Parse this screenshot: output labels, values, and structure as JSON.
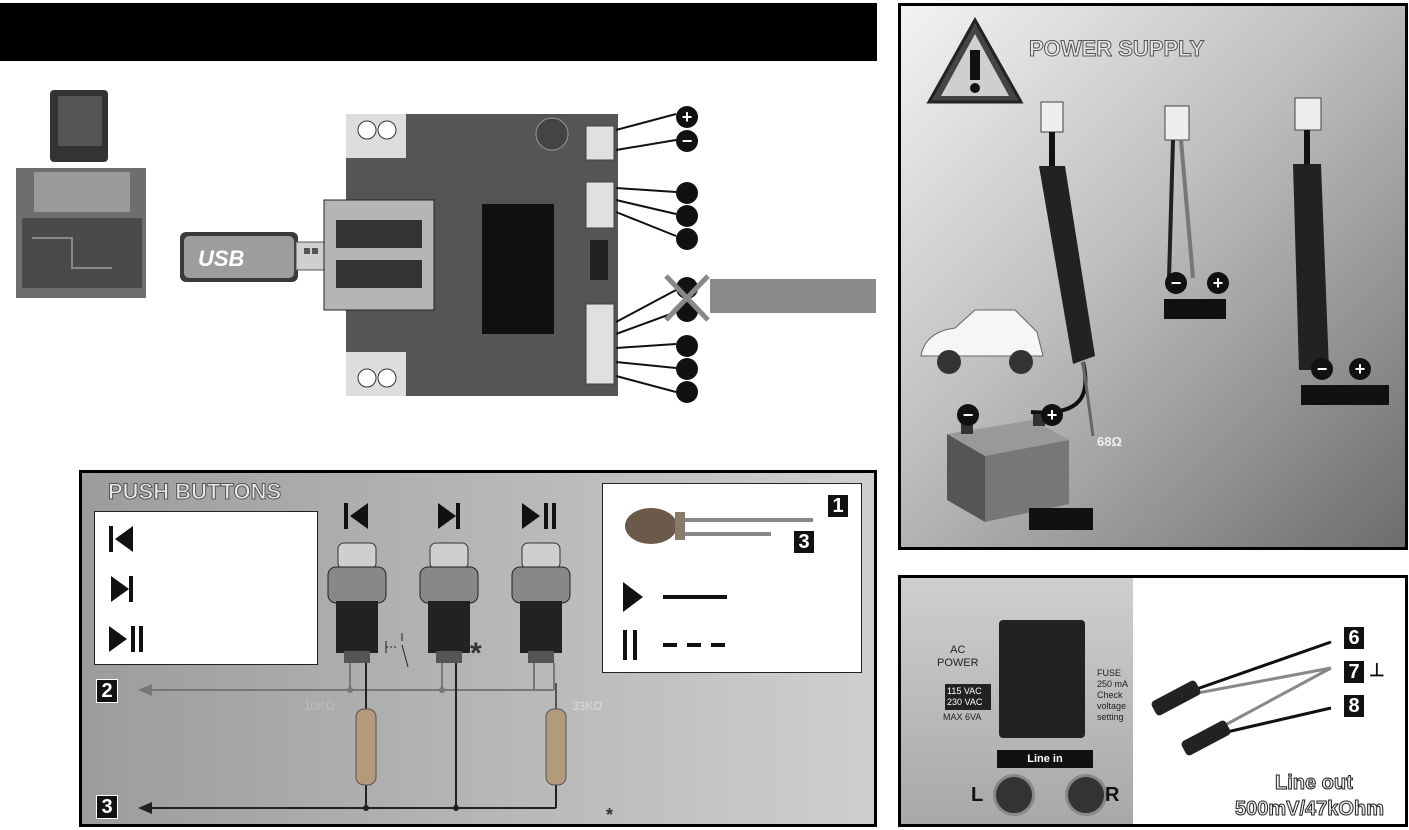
{
  "power_supply": {
    "title": "POWER SUPPLY",
    "resistor_label": "68Ω",
    "left_minus": "−",
    "left_plus": "+"
  },
  "push_buttons": {
    "title": "PUSH BUTTONS",
    "resistor_left": "10KΩ",
    "resistor_right": "33KΩ",
    "asterisk": "*",
    "footnote": "*"
  },
  "connectors": {
    "n1": "1",
    "n2": "2",
    "n3": "3",
    "n3b": "3",
    "n6": "6",
    "n7": "7",
    "n8": "8",
    "ground_symbol": "⊥"
  },
  "usb": {
    "logo": "USB"
  },
  "audio": {
    "ac_power": "AC\nPOWER",
    "voltage_1": "115 VAC",
    "voltage_2": "230 VAC",
    "max": "MAX 6VA",
    "fuse": "FUSE\n250 mA\nCheck\nvoltage\nsetting",
    "line_in": "Line in",
    "left": "L",
    "right": "R",
    "line_out_1": "Line out",
    "line_out_2": "500mV/47kOhm"
  },
  "colors": {
    "black": "#111111",
    "gray_panel": "#bdbdbd"
  }
}
